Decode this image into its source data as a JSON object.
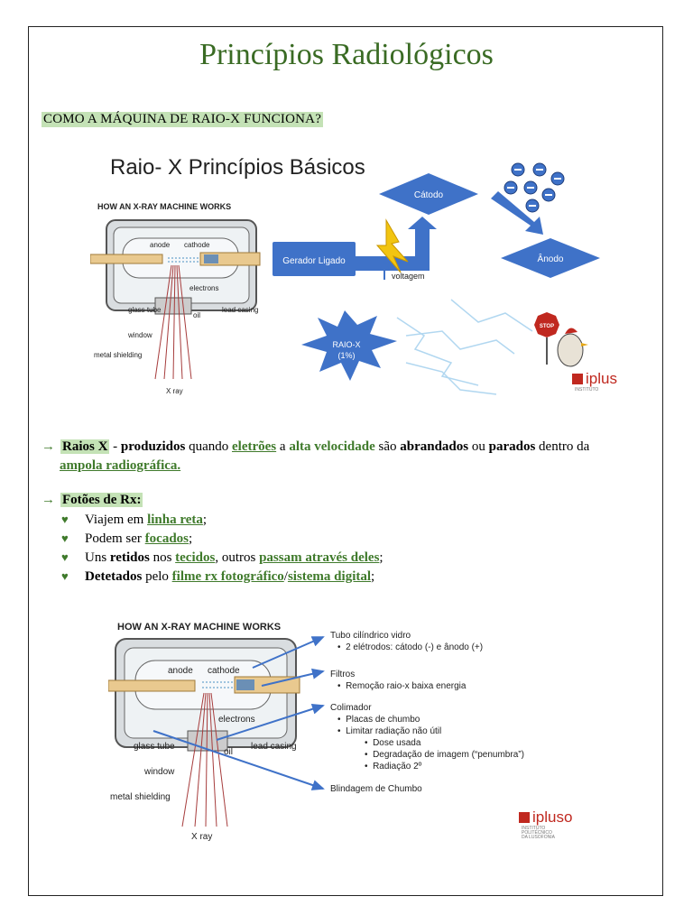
{
  "page": {
    "title": "Princípios Radiológicos",
    "section_heading": "COMO A MÁQUINA DE RAIO-X FUNCIONA?"
  },
  "figure1": {
    "title": "Raio- X Princípios Básicos",
    "diagram_title": "HOW AN X-RAY MACHINE WORKS",
    "labels": {
      "anode": "anode",
      "cathode": "cathode",
      "electrons": "electrons",
      "glass_tube": "glass tube",
      "oil": "oil",
      "lead_casing": "lead casing",
      "window": "window",
      "metal_shielding": "metal shielding",
      "xray": "X ray"
    },
    "flow": {
      "gerador": "Gerador Ligado",
      "catodo": "Cátodo",
      "anodo": "Ânodo",
      "voltagem": "voltagem",
      "raiox": "RAIO-X",
      "raiox_pct": "(1%)",
      "stop": "STOP"
    },
    "logo": {
      "name": "iplus",
      "sub": "INSTITUTO"
    }
  },
  "para1": {
    "raios_x": "Raios X",
    "dash": " - ",
    "produzidos": "produzidos",
    "quando": " quando ",
    "eletroes": "eletrões",
    "a": " a ",
    "alta_velocidade": "alta velocidade",
    "sao": " são ",
    "abrandados": "abrandados",
    "ou": " ou ",
    "parados": "parados",
    "dentro_da": " dentro da",
    "ampola": "ampola radiográfica."
  },
  "fotoes": {
    "heading": "Fotões de Rx:",
    "items": [
      {
        "pre": "Viajem em ",
        "link": "linha reta",
        "post": ";"
      },
      {
        "pre": "Podem ser ",
        "link": "focados",
        "post": ";"
      },
      {
        "pre": "Uns ",
        "b": "retidos",
        "mid": " nos ",
        "link": "tecidos",
        "mid2": ", outros ",
        "link2": "passam através deles",
        "post": ";"
      },
      {
        "b": "Detetados",
        "mid": " pelo ",
        "link": "filme rx fotográfico",
        "sep": "/",
        "link2": "sistema digital",
        "post": ";"
      }
    ]
  },
  "figure2": {
    "diagram_title": "HOW AN X-RAY MACHINE WORKS",
    "labels": {
      "anode": "anode",
      "cathode": "cathode",
      "electrons": "electrons",
      "glass_tube": "glass tube",
      "oil": "oil",
      "lead_casing": "lead casing",
      "window": "window",
      "metal_shielding": "metal shielding",
      "xray": "X ray"
    },
    "notes": {
      "tubo": "Tubo cilíndrico vidro",
      "tubo_b1": "2 elétrodos: cátodo (-) e ânodo (+)",
      "filtros": "Filtros",
      "filtros_b1": "Remoção raio-x baixa energia",
      "colimador": "Colimador",
      "col_b1": "Placas de chumbo",
      "col_b2": "Limitar radiação não útil",
      "col_s1": "Dose usada",
      "col_s2": "Degradação de imagem (“penumbra”)",
      "col_s3": "Radiação 2º",
      "blindagem": "Blindagem de Chumbo"
    },
    "logo": {
      "name": "ipluso",
      "sub1": "INSTITUTO",
      "sub2": "POLITÉCNICO",
      "sub3": "DA LUSOFONIA"
    }
  },
  "colors": {
    "green_text": "#3f7a2b",
    "highlight": "#c4e2b6",
    "blue_shape": "#3f72c8",
    "red_logo": "#c0281f"
  },
  "icons": [
    "right-arrow-icon",
    "heart-bullet-icon",
    "lightning-icon",
    "electron-icon",
    "stop-sign-icon"
  ]
}
